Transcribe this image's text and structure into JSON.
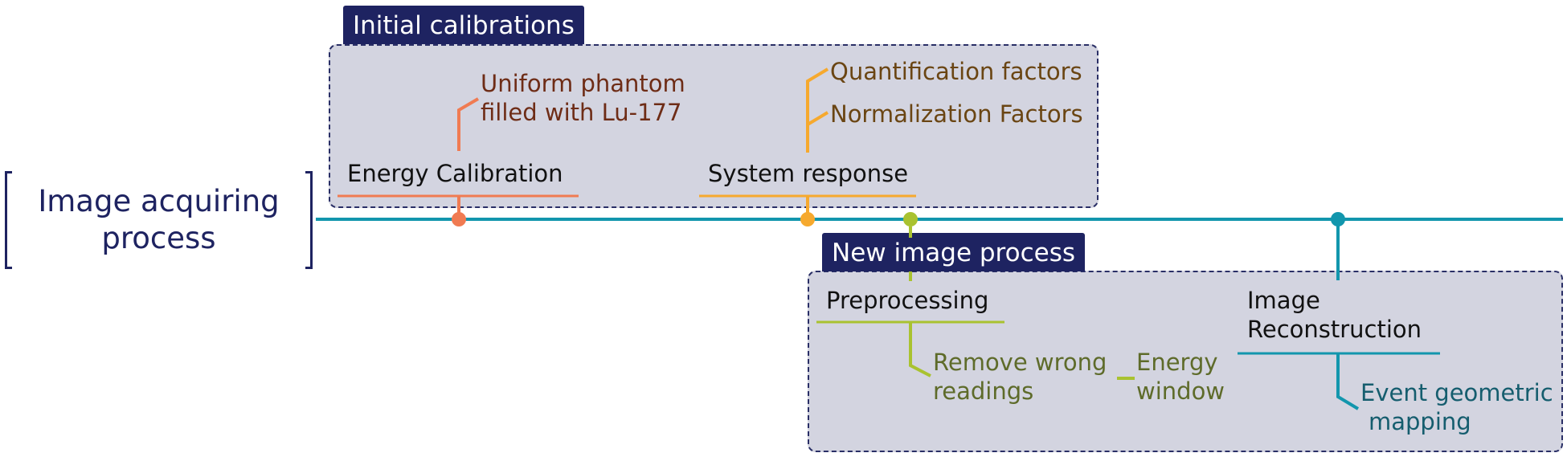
{
  "main_label": {
    "line1": "Image acquiring",
    "line2": "process"
  },
  "initial": {
    "tag": "Initial calibrations",
    "energy_calibration": "Energy Calibration",
    "phantom_line1": "Uniform phantom",
    "phantom_line2": "filled with  Lu-177",
    "system_response": "System response",
    "quantification": "Quantification factors",
    "normalization": "Normalization Factors"
  },
  "new_process": {
    "tag": "New image process",
    "preprocessing": "Preprocessing",
    "remove_line1": "Remove wrong",
    "remove_line2": "readings",
    "energy_line1": "Energy",
    "energy_line2": "window",
    "reconstruction_line1": "Image",
    "reconstruction_line2": "Reconstruction",
    "event_line1": "Event geometric",
    "event_line2": "mapping"
  },
  "colors": {
    "navy": "#1e2361",
    "teal": "#1296ad",
    "orange": "#f07b52",
    "gold": "#f6a92e",
    "lime": "#a9c230",
    "panel": "#d3d4e0"
  }
}
